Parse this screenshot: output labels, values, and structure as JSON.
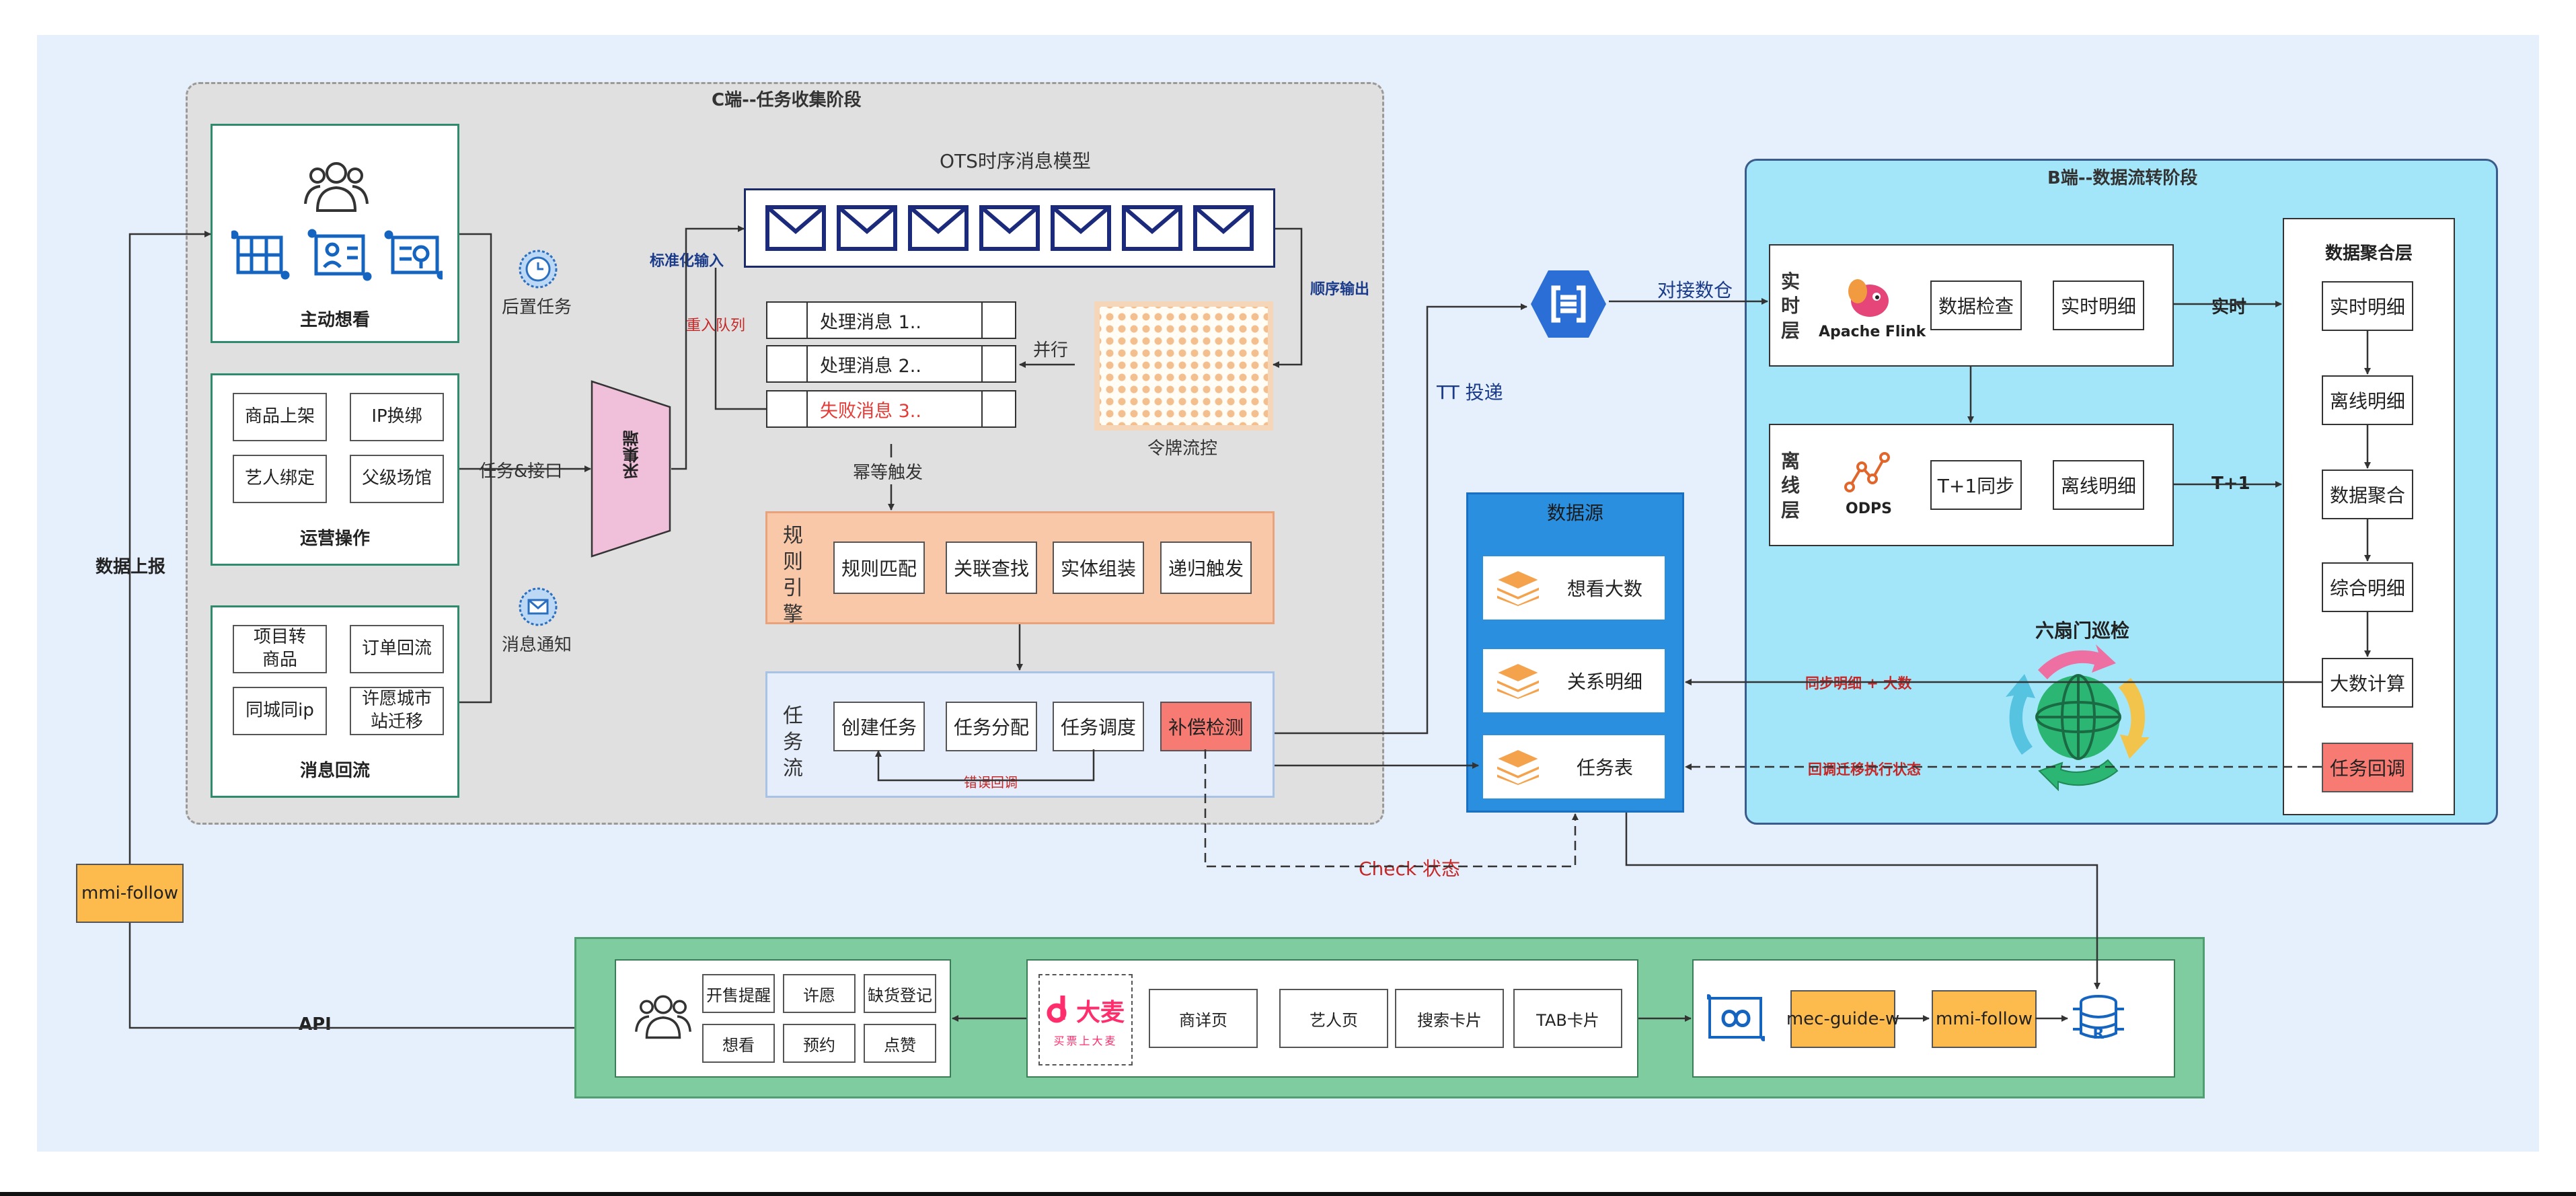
{
  "c_stage": {
    "title": "C端--任务收集阶段",
    "active_view": {
      "label": "主动想看"
    },
    "operations": {
      "label": "运营操作",
      "buttons": [
        "商品上架",
        "IP换绑",
        "艺人绑定",
        "父级场馆"
      ]
    },
    "message_flow": {
      "label": "消息回流",
      "buttons": [
        "项目转\n商品",
        "订单回流",
        "同城同ip",
        "许愿城市\n站迁移"
      ]
    },
    "post_task": "后置任务",
    "message_notify": "消息通知",
    "task_interface": "任务&接口",
    "collector": "采集端",
    "ots": {
      "title": "OTS时序消息模型",
      "envelopes": 7
    },
    "standardized_input": "标准化输入",
    "requeue": "重入队列",
    "sequential_output": "顺序输出",
    "queue": [
      "处理消息 1..",
      "处理消息 2..",
      "失败消息 3.."
    ],
    "parallel": "并行",
    "token_flow": "令牌流控",
    "idempotent_trigger": "幂等触发",
    "rule_engine": {
      "label": "规\n则\n引\n擎",
      "steps": [
        "规则匹配",
        "关联查找",
        "实体组装",
        "递归触发"
      ]
    },
    "task_flow": {
      "label": "任\n务\n流",
      "steps": [
        "创建任务",
        "任务分配",
        "任务调度",
        "补偿检测"
      ],
      "error_callback": "错误回调"
    }
  },
  "left": {
    "data_report": "数据上报",
    "mmi_follow": "mmi-follow",
    "api": "API"
  },
  "middle": {
    "docking_warehouse": "对接数仓",
    "tt_delivery": "TT 投递",
    "check_status": "Check 状态"
  },
  "data_source": {
    "title": "数据源",
    "items": [
      "想看大数",
      "关系明细",
      "任务表"
    ]
  },
  "b_stage": {
    "title": "B端--数据流转阶段",
    "realtime_layer": {
      "label": "实\n时\n层",
      "engine": "Apache Flink",
      "steps": [
        "数据检查",
        "实时明细"
      ]
    },
    "offline_layer": {
      "label": "离\n线\n层",
      "engine": "ODPS",
      "steps": [
        "T+1同步",
        "离线明细"
      ]
    },
    "realtime_tag": "实时",
    "t1_tag": "T+1",
    "aggregation": {
      "title": "数据聚合层",
      "steps": [
        "实时明细",
        "离线明细",
        "数据聚合",
        "综合明细",
        "大数计算",
        "任务回调"
      ]
    },
    "patrol": "六扇门巡检",
    "sync_label": "同步明细 + 大数",
    "callback_label": "回调迁移执行状态"
  },
  "bottom": {
    "actions": [
      "开售提醒",
      "许愿",
      "缺货登记",
      "想看",
      "预约",
      "点赞"
    ],
    "damai": {
      "brand": "大麦",
      "slogan": "买票上大麦"
    },
    "pages": [
      "商详页",
      "艺人页",
      "搜索卡片",
      "TAB卡片"
    ],
    "services": [
      "mec-guide-w",
      "mmi-follow"
    ]
  },
  "colors": {
    "background": "#e6effc",
    "c_stage": "#e0e0e0",
    "b_stage": "#a4e6f9",
    "data_source": "#2b8fe0",
    "bottom_panel": "#7fcca0",
    "rule_engine": "#f9c8a8",
    "failure": "#f77b72",
    "service": "#fdba4d",
    "collector": "#f0bfd9"
  }
}
